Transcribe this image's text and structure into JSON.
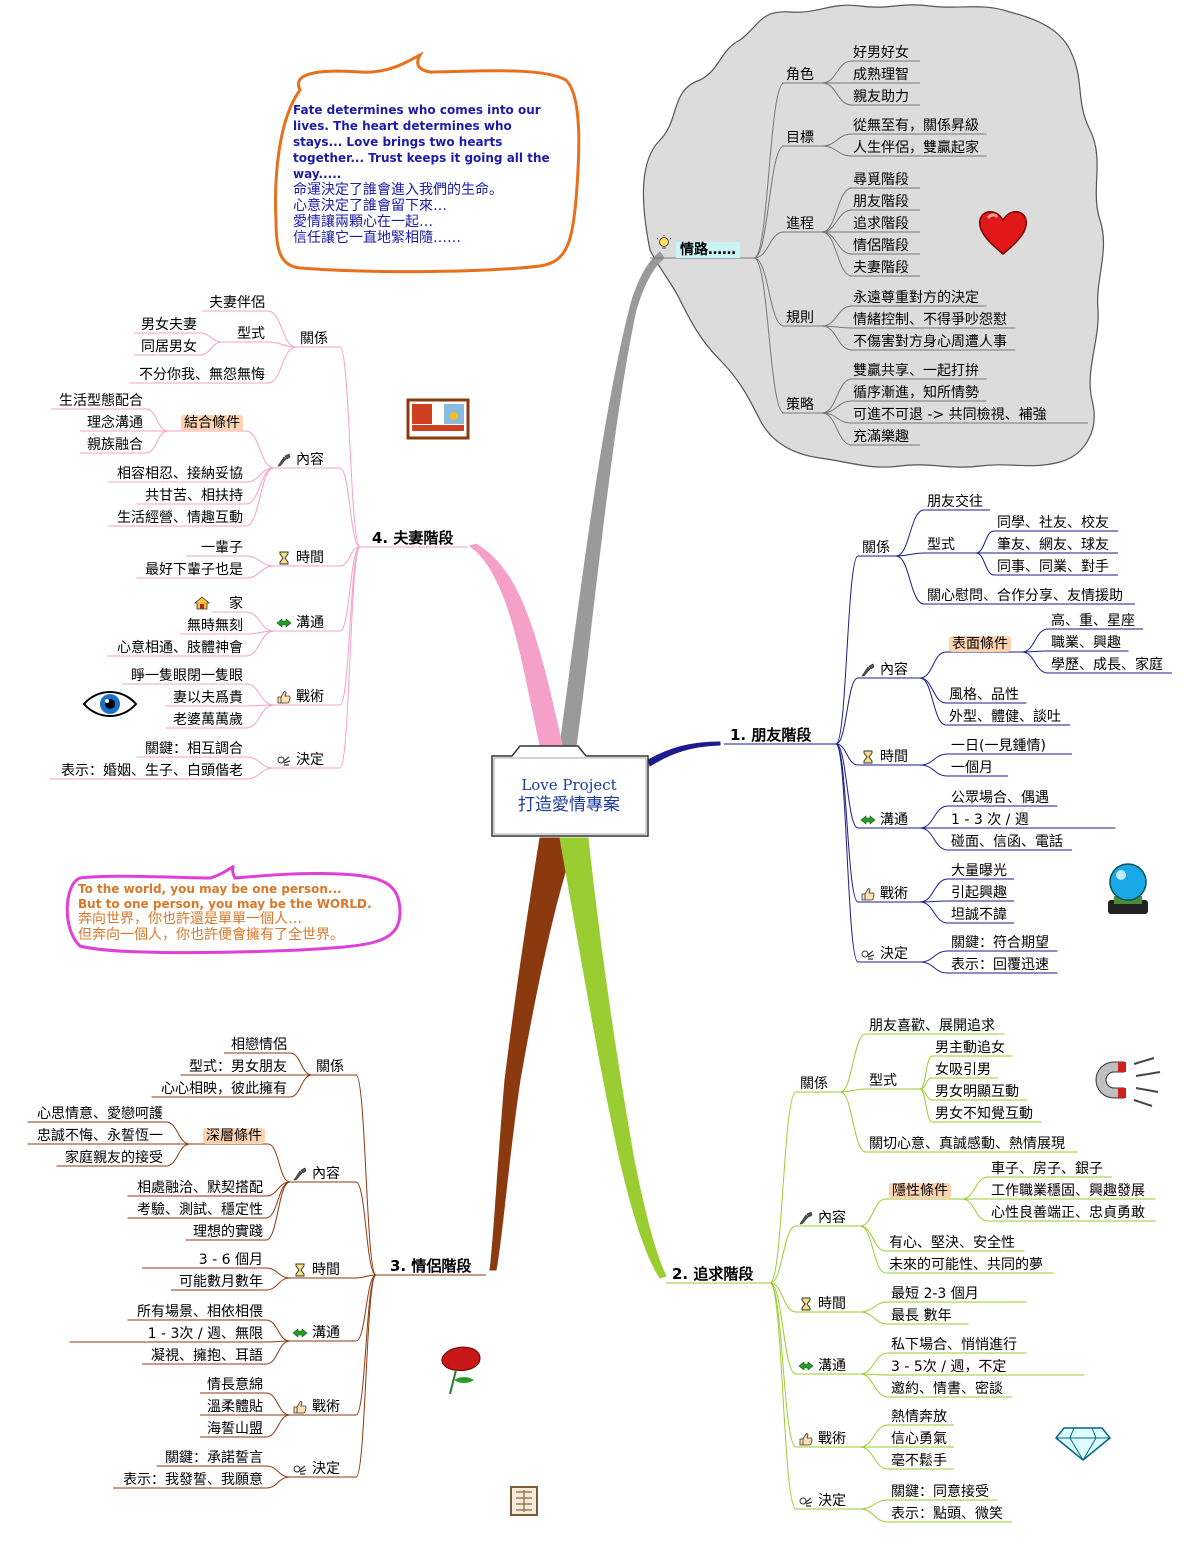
{
  "center": {
    "en": "Love Project",
    "zh": "打造愛情專案"
  },
  "quote_top": {
    "en": "Fate determines who comes into our lives. The heart determines who stays... Love brings two hearts together... Trust keeps it going all the way.....",
    "zh": [
      "命運決定了誰會進入我們的生命。",
      "心意決定了誰會留下來…",
      "愛情讓兩顆心在一起…",
      "信任讓它一直地緊相隨……"
    ]
  },
  "quote_left": {
    "en": [
      "To the world, you may be one person...",
      "But to one person, you may be the WORLD."
    ],
    "zh": [
      "奔向世界，你也許還是單單一個人…",
      "但奔向一個人，你也許便會擁有了全世界。"
    ]
  },
  "cloud": {
    "title": "情路……",
    "groups": [
      {
        "label": "角色",
        "items": [
          "好男好女",
          "成熟理智",
          "親友助力"
        ]
      },
      {
        "label": "目標",
        "items": [
          "從無至有，關係昇級",
          "人生伴侶，雙贏起家"
        ]
      },
      {
        "label": "進程",
        "items": [
          "尋覓階段",
          "朋友階段",
          "追求階段",
          "情侶階段",
          "夫妻階段"
        ]
      },
      {
        "label": "規則",
        "items": [
          "永遠尊重對方的決定",
          "情緒控制、不得爭吵怨懟",
          "不傷害對方身心周遭人事"
        ]
      },
      {
        "label": "策略",
        "items": [
          "雙贏共享、一起打拚",
          "循序漸進，知所情勢",
          "可進不可退 -> 共同檢視、補強",
          "充滿樂趣"
        ]
      }
    ]
  },
  "stage1": {
    "title": "1.  朋友階段",
    "rel_label": "關係",
    "rel_a": "朋友交往",
    "form_label": "型式",
    "forms": [
      "同學、社友、校友",
      "筆友、網友、球友",
      "同事、同業、對手"
    ],
    "rel_b": "關心慰問、合作分享、友情援助",
    "content_label": "內容",
    "cond_label": "表面條件",
    "conds": [
      "高、重、星座",
      "職業、興趣",
      "學歷、成長、家庭"
    ],
    "content_items": [
      "風格、品性",
      "外型、體健、談吐"
    ],
    "time_label": "時間",
    "time_items": [
      "一日(一見鍾情)",
      "一個月"
    ],
    "comm_label": "溝通",
    "comm_items": [
      "公眾場合、偶遇",
      "1 - 3 次 / 週",
      "碰面、信函、電話"
    ],
    "tact_label": "戰術",
    "tact_items": [
      "大量曝光",
      "引起興趣",
      "坦誠不諱"
    ],
    "dec_label": "決定",
    "dec_items": [
      "關鍵：符合期望",
      "表示：回覆迅速"
    ]
  },
  "stage2": {
    "title": "2.  追求階段",
    "rel_label": "關係",
    "rel_a": "朋友喜歡、展開追求",
    "form_label": "型式",
    "forms": [
      "男主動追女",
      "女吸引男",
      "男女明顯互動",
      "男女不知覺互動"
    ],
    "rel_b": "關切心意、真誠感動、熱情展現",
    "content_label": "內容",
    "cond_label": "隱性條件",
    "conds": [
      "車子、房子、銀子",
      "工作職業穩固、興趣發展",
      "心性良善端正、忠貞勇敢"
    ],
    "content_items": [
      "有心、堅決、安全性",
      "未來的可能性、共同的夢"
    ],
    "time_label": "時間",
    "time_items": [
      "最短 2-3 個月",
      "最長 數年"
    ],
    "comm_label": "溝通",
    "comm_items": [
      "私下場合、悄悄進行",
      "3 - 5次 / 週，不定",
      "邀約、情書、密談"
    ],
    "tact_label": "戰術",
    "tact_items": [
      "熱情奔放",
      "信心勇氣",
      "毫不鬆手"
    ],
    "dec_label": "決定",
    "dec_items": [
      "關鍵：同意接受",
      "表示：點頭、微笑"
    ]
  },
  "stage3": {
    "title": "3.  情侶階段",
    "rel_label": "關係",
    "rel_items": [
      "相戀情侶",
      "型式：男女朋友",
      "心心相映，彼此擁有"
    ],
    "content_label": "內容",
    "cond_label": "深層條件",
    "conds": [
      "心思情意、愛戀呵護",
      "忠誠不悔、永誓恆一",
      "家庭親友的接受"
    ],
    "content_items": [
      "相處融洽、默契搭配",
      "考驗、測試、穩定性",
      "理想的實踐"
    ],
    "time_label": "時間",
    "time_items": [
      "3 - 6 個月",
      "可能數月數年"
    ],
    "comm_label": "溝通",
    "comm_items": [
      "所有場景、相依相偎",
      "1 - 3次 / 週、無限",
      "凝視、擁抱、耳語"
    ],
    "tact_label": "戰術",
    "tact_items": [
      "情長意綿",
      "溫柔體貼",
      "海誓山盟"
    ],
    "dec_label": "決定",
    "dec_items": [
      "關鍵：承諾誓言",
      "表示：我發誓、我願意"
    ]
  },
  "stage4": {
    "title": "4.  夫妻階段",
    "rel_label": "關係",
    "rel_a": "夫妻伴侶",
    "form_label": "型式",
    "forms": [
      "男女夫妻",
      "同居男女"
    ],
    "rel_b": "不分你我、無怨無悔",
    "content_label": "內容",
    "cond_label": "結合條件",
    "conds": [
      "生活型態配合",
      "理念溝通",
      "親族融合"
    ],
    "content_items": [
      "相容相忍、接納妥協",
      "共甘苦、相扶持",
      "生活經營、情趣互動"
    ],
    "time_label": "時間",
    "time_items": [
      "一輩子",
      "最好下輩子也是"
    ],
    "comm_label": "溝通",
    "comm_items": [
      "家",
      "無時無刻",
      "心意相通、肢體神會"
    ],
    "tact_label": "戰術",
    "tact_items": [
      "睜一隻眼閉一隻眼",
      "妻以夫爲貴",
      "老婆萬萬歲"
    ],
    "dec_label": "決定",
    "dec_items": [
      "關鍵：相互調合",
      "表示：婚姻、生子、白頭偕老"
    ]
  },
  "colors": {
    "cloud": "#dcdcdc",
    "stage1": "#1c1c8c",
    "stage2": "#9acd32",
    "stage3": "#8b3a10",
    "stage4": "#f4a0c8",
    "trunk_cloud": "#9a9a9a",
    "text_blue": "#1c1ca8",
    "text_orange": "#d8782a",
    "orange_border": "#e8701c",
    "magenta_border": "#e040d8"
  },
  "icons": [
    "lightbulb-icon",
    "brush-icon",
    "hourglass-icon",
    "arrows-icon",
    "thumb-icon",
    "ok-hand-icon",
    "house-icon"
  ]
}
